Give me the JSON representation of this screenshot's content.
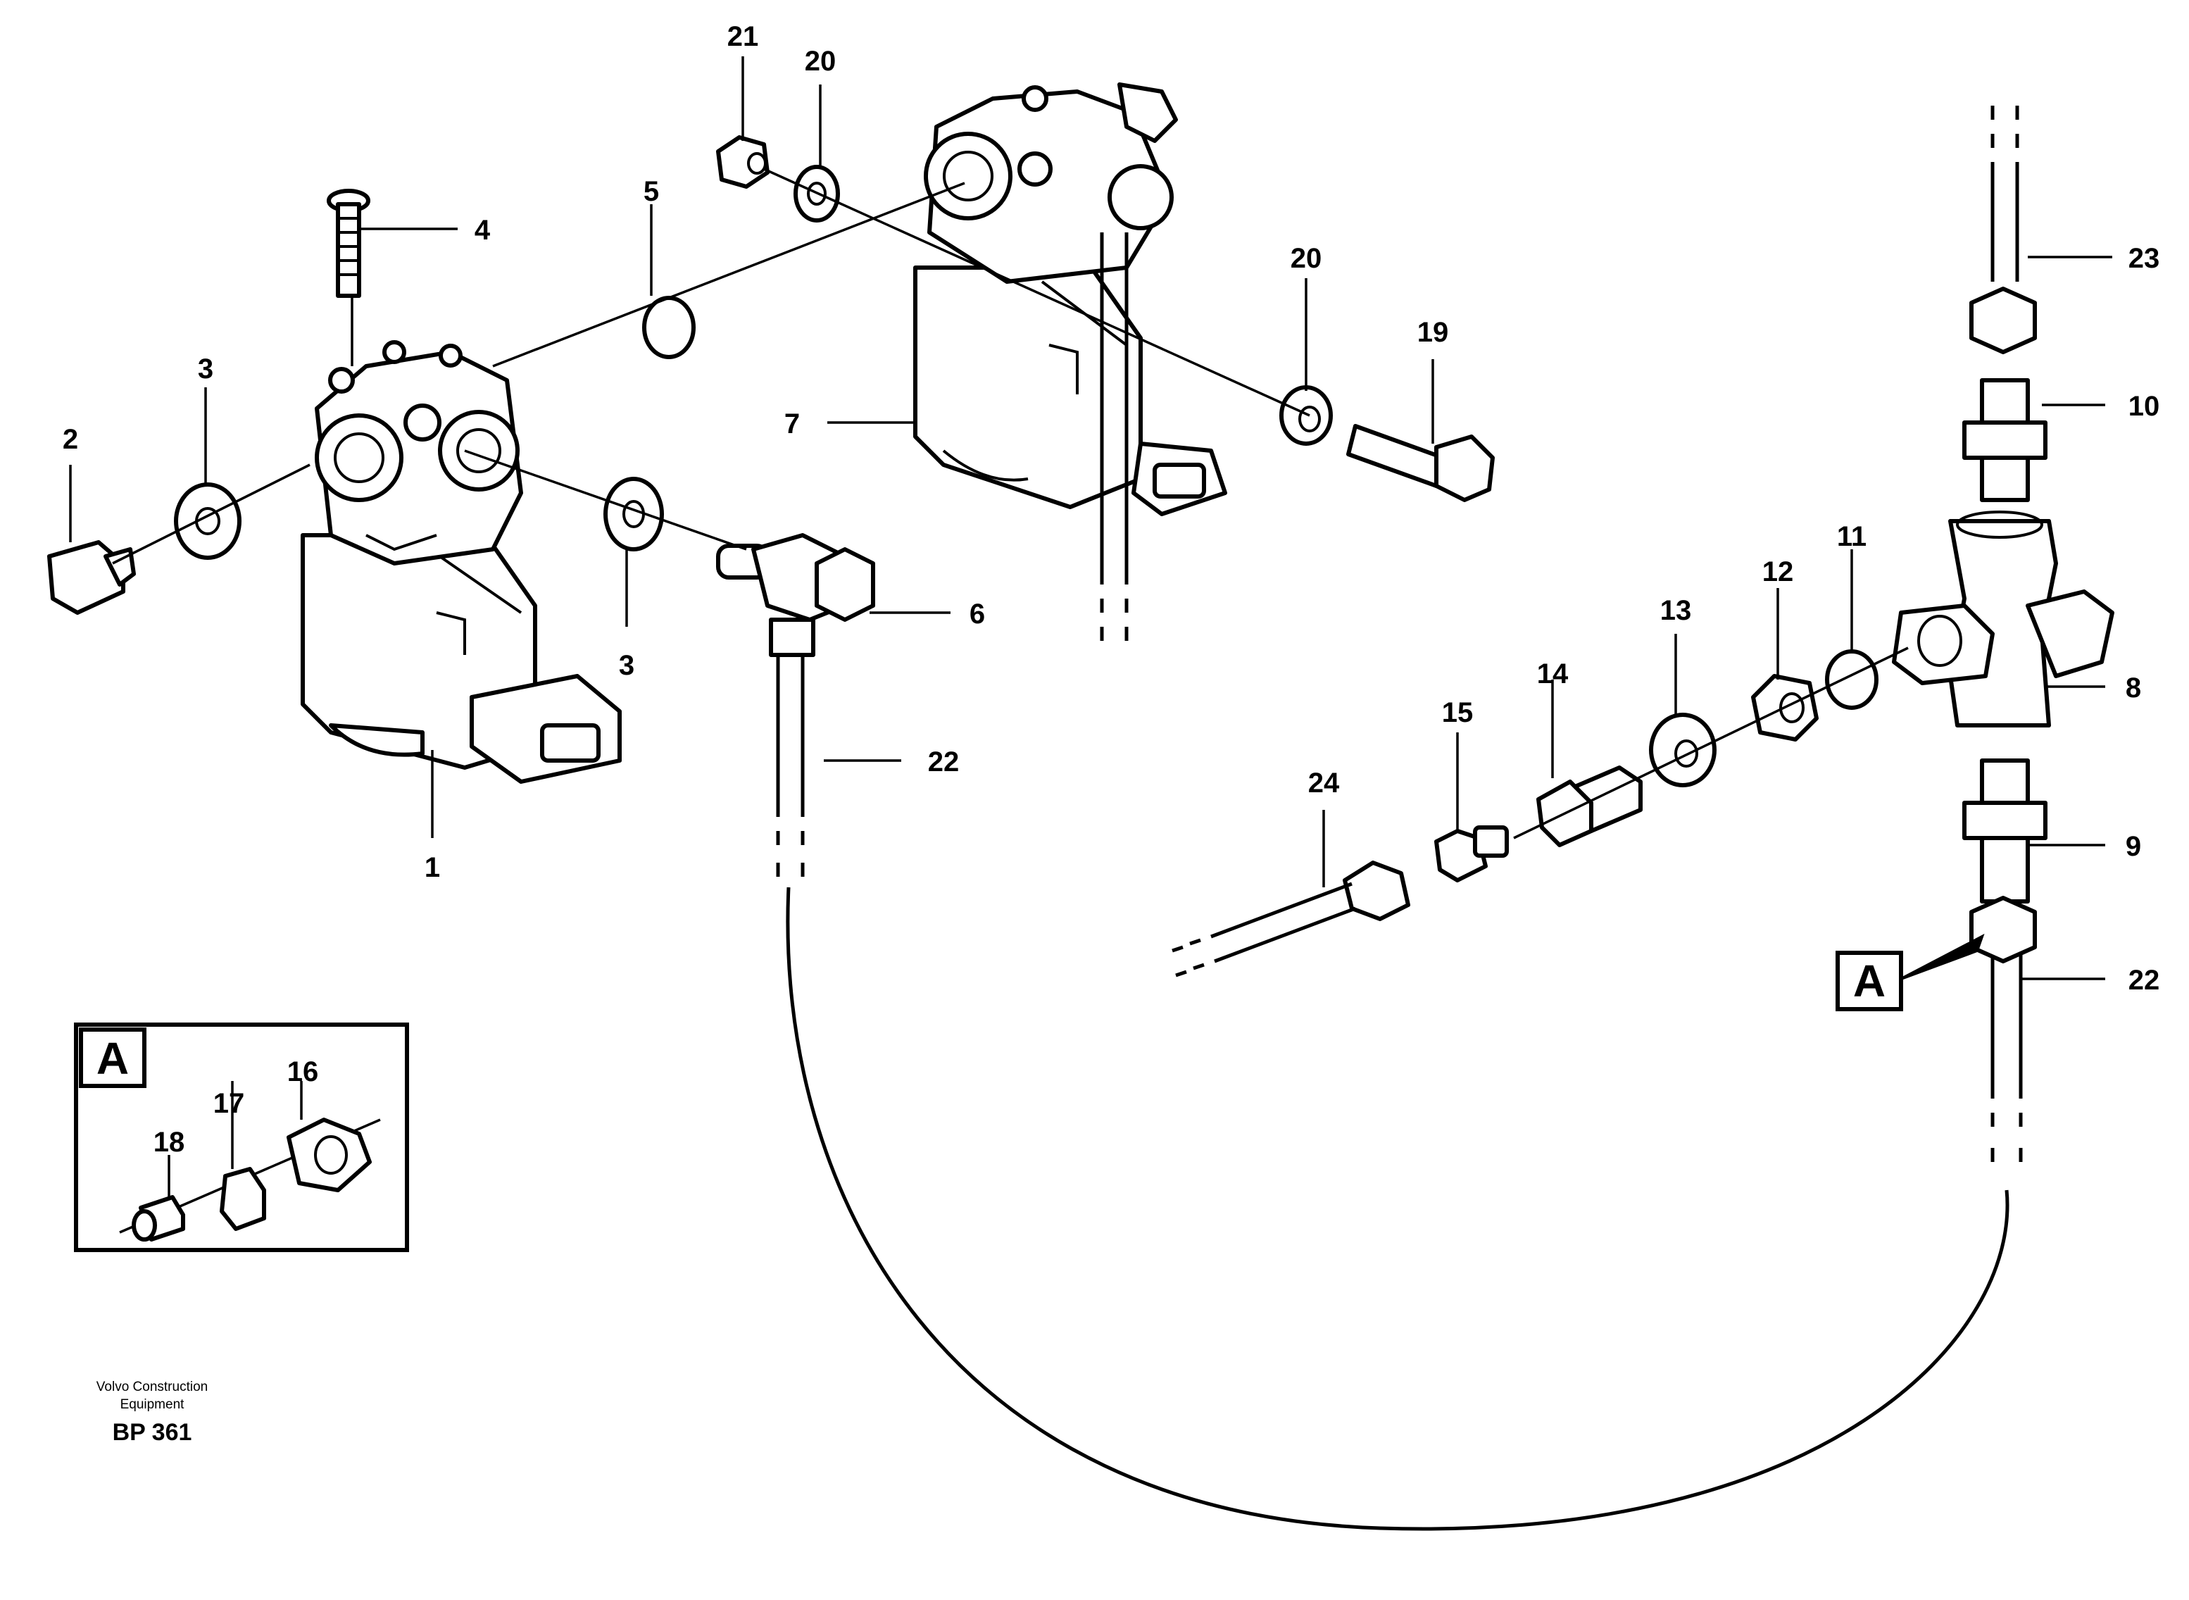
{
  "labels": {
    "p1": "1",
    "p2": "2",
    "p3a": "3",
    "p3b": "3",
    "p4": "4",
    "p5": "5",
    "p6": "6",
    "p7": "7",
    "p8": "8",
    "p9": "9",
    "p10": "10",
    "p11": "11",
    "p12": "12",
    "p13": "13",
    "p14": "14",
    "p15": "15",
    "p16": "16",
    "p17": "17",
    "p18": "18",
    "p19": "19",
    "p20a": "20",
    "p20b": "20",
    "p21": "21",
    "p22a": "22",
    "p22b": "22",
    "p23": "23",
    "p24": "24"
  },
  "detail": {
    "box_label": "A",
    "ref_label": "A"
  },
  "footer": {
    "line1": "Volvo Construction",
    "line2": "Equipment",
    "code": "BP 361"
  }
}
